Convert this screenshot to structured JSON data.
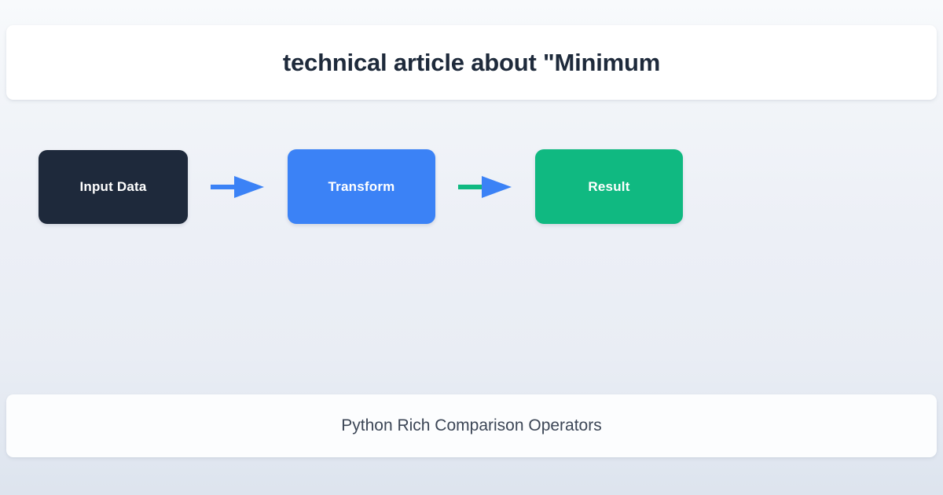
{
  "header": {
    "title": "technical article about \"Minimum"
  },
  "diagram": {
    "nodes": [
      {
        "label": "Input Data",
        "color": "#1e293b",
        "name": "input-data"
      },
      {
        "label": "Transform",
        "color": "#3b82f6",
        "name": "transform"
      },
      {
        "label": "Result",
        "color": "#10b981",
        "name": "result"
      }
    ],
    "arrows": [
      {
        "shaft_color": "#3b82f6",
        "head_color": "#3b82f6"
      },
      {
        "shaft_color": "#10b981",
        "head_color": "#3b82f6"
      }
    ]
  },
  "footer": {
    "caption": "Python Rich Comparison Operators"
  },
  "theme": {
    "background_top": "#f8fafc",
    "background_bottom": "#dde4ee",
    "card_background": "#ffffff",
    "title_color": "#1e2a3b",
    "caption_color": "#3c4656",
    "accent_blue": "#3b82f6",
    "accent_green": "#10b981",
    "accent_dark": "#1e293b"
  }
}
